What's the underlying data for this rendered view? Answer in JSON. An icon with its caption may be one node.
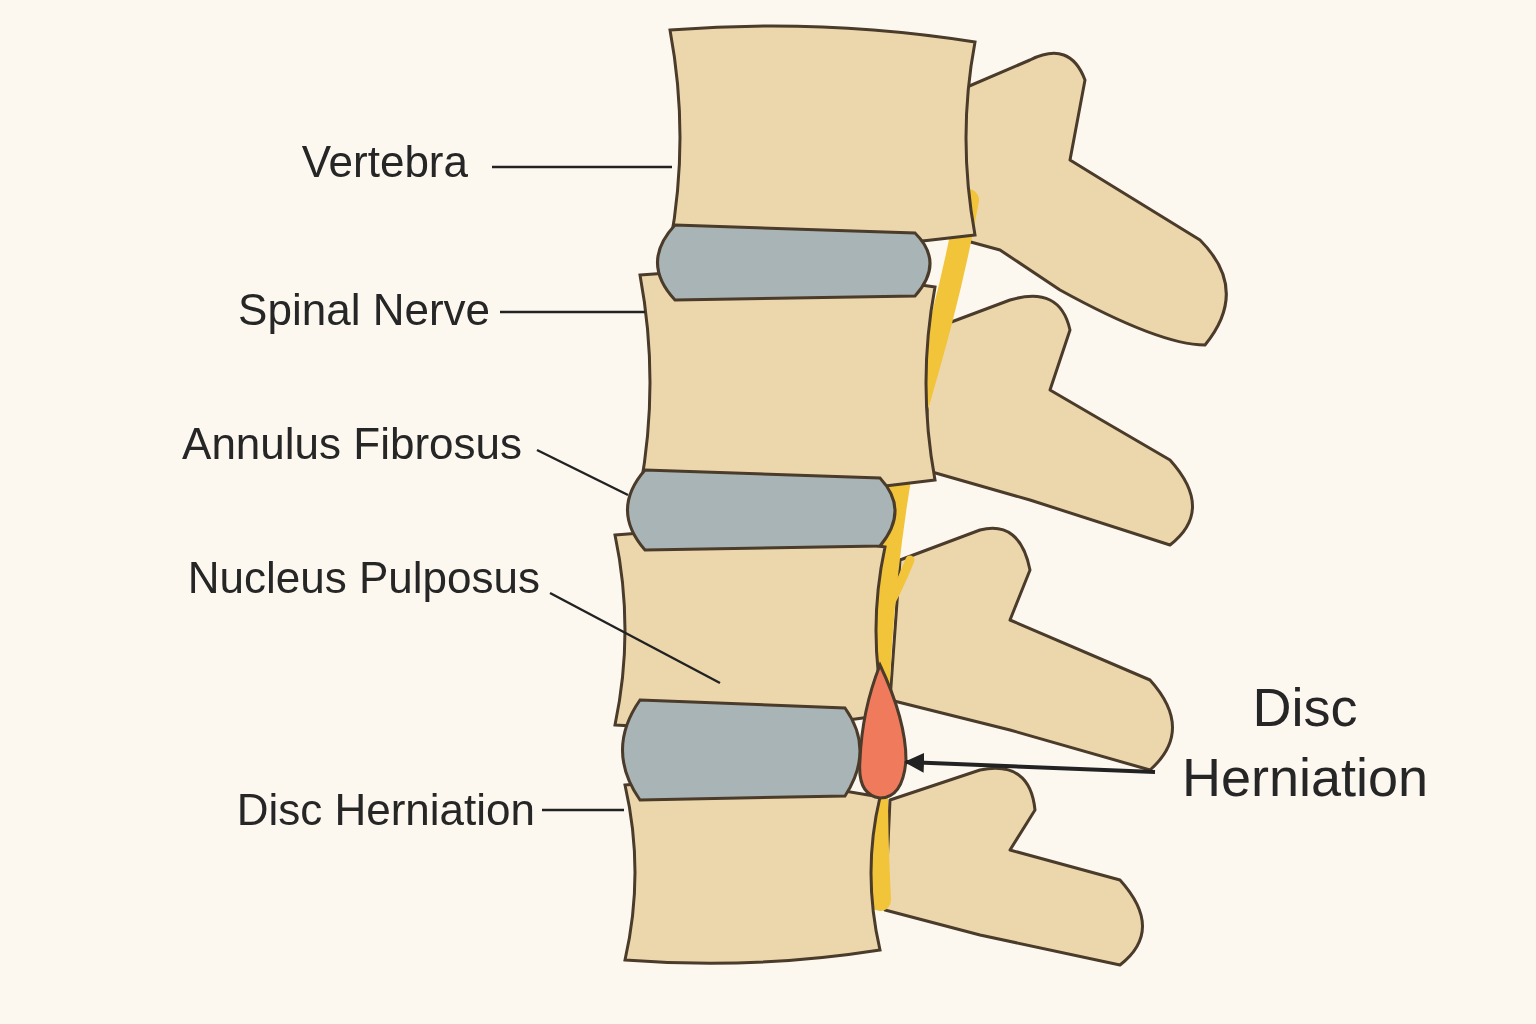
{
  "diagram": {
    "nodes": [
      {
        "text": [
          "Vertebra"
        ]
      },
      {
        "text": [
          "Spinal Nerve"
        ]
      },
      {
        "text": [
          "Annulus Fibrosus"
        ]
      },
      {
        "text": [
          "Nucleus Pulposus"
        ]
      },
      {
        "text": [
          "Disc Herniation"
        ]
      },
      {
        "text": [
          "Disc Herniation"
        ]
      }
    ],
    "edges": [
      {
        "from": 0,
        "to": null,
        "arrow": "none"
      },
      {
        "from": 1,
        "to": null,
        "arrow": "none"
      },
      {
        "from": 2,
        "to": null,
        "arrow": "none"
      },
      {
        "from": 3,
        "to": null,
        "arrow": "none"
      },
      {
        "from": 4,
        "to": null,
        "arrow": "none"
      },
      {
        "from": 5,
        "to": null,
        "arrow": "to"
      }
    ]
  }
}
